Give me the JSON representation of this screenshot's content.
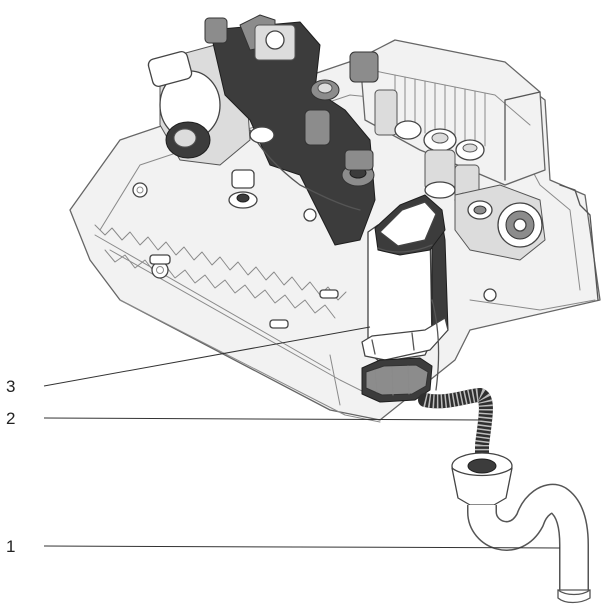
{
  "callouts": [
    {
      "number": "3"
    },
    {
      "number": "2"
    },
    {
      "number": "1"
    }
  ]
}
